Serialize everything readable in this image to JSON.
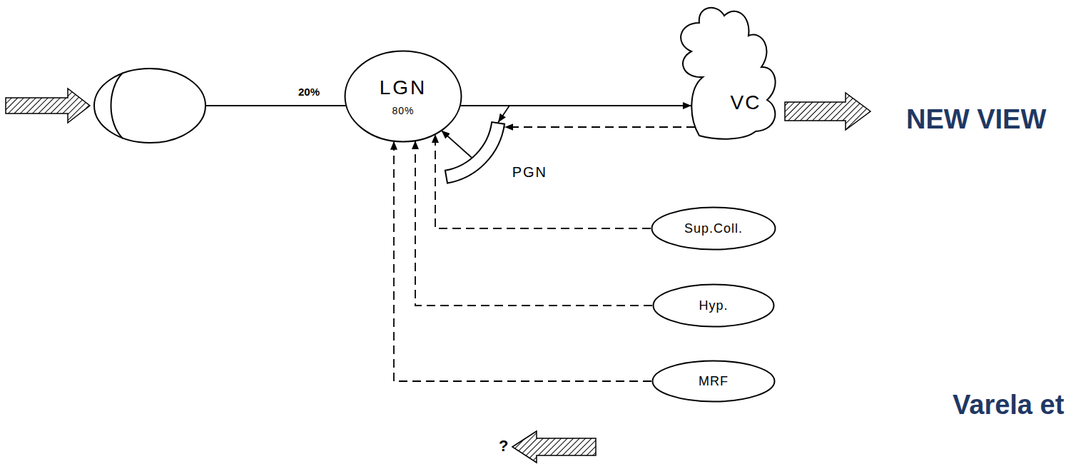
{
  "diagram": {
    "nodes": [
      {
        "text": [
          "LGN",
          "80%"
        ]
      },
      {
        "text": [
          "VC"
        ]
      },
      {
        "text": [
          "PGN"
        ]
      },
      {
        "text": [
          "Sup.Coll."
        ]
      },
      {
        "text": [
          "Hyp."
        ]
      },
      {
        "text": [
          "MRF"
        ]
      }
    ],
    "edges": [
      {
        "from": 0,
        "to": 1,
        "arrow": "to"
      },
      {
        "from": 1,
        "to": 2,
        "arrow": "to"
      },
      {
        "from": 0,
        "to": 2,
        "arrow": "to"
      },
      {
        "from": 2,
        "to": 0,
        "arrow": "to"
      },
      {
        "from": 3,
        "to": 0,
        "arrow": "to"
      },
      {
        "from": 4,
        "to": 0,
        "arrow": "to"
      },
      {
        "from": 5,
        "to": 0,
        "arrow": "to"
      }
    ],
    "labels": [
      "20%",
      "NEW VIEW",
      "Varela et",
      "?"
    ]
  }
}
